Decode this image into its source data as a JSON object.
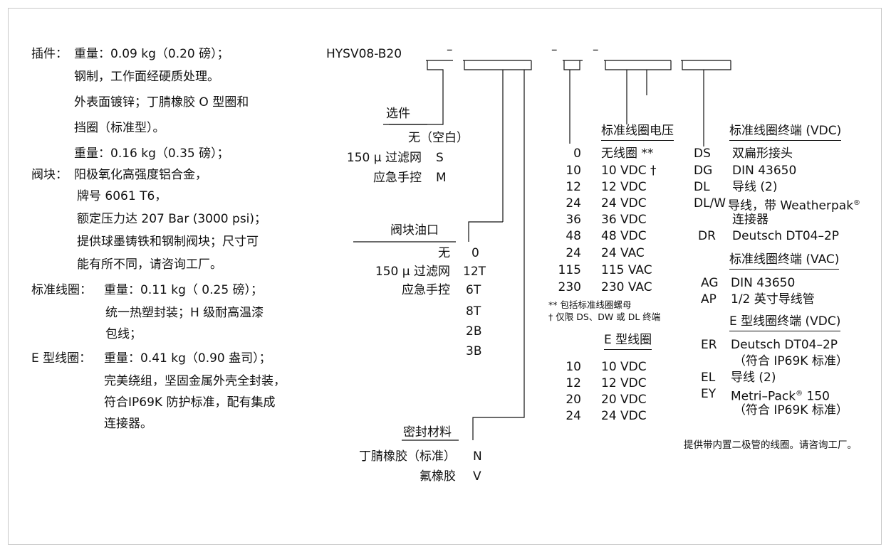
{
  "specs": {
    "cartridge": {
      "label": "插件：",
      "lines": [
        "重量：0.09 kg（0.20 磅）；",
        "钢制，工作面经硬质处理。",
        "外表面镀锌；丁腈橡胶 O 型圈和",
        "挡圈（标准型）。",
        "重量：0.16 kg（0.35 磅）；"
      ]
    },
    "body": {
      "label": "阀块：",
      "lines": [
        "阳极氧化高强度铝合金，",
        "牌号 6061 T6，",
        "额定压力达 207 Bar (3000 psi)；",
        "提供球墨铸铁和钢制阀块；尺寸可",
        "能有所不同，请咨询工厂。"
      ]
    },
    "std_coil": {
      "label": "标准线圈：",
      "lines": [
        "重量：0.11 kg（ 0.25 磅）；",
        "统一热塑封装；H 级耐高温漆",
        "包线；"
      ]
    },
    "e_coil": {
      "label": "E 型线圈：",
      "lines": [
        "重量：0.41 kg（0.90 盎司）；",
        "完美绕组，坚固金属外壳全封装，",
        "符合IP69K 防护标准，配有集成",
        "连接器。"
      ]
    }
  },
  "model_code": {
    "prefix": "HYSV08-B20",
    "dashes": [
      "–",
      "–",
      "–"
    ]
  },
  "options": {
    "title": "选件",
    "rows": [
      {
        "label": "无（空白）",
        "code": ""
      },
      {
        "label": "150 μ 过滤网",
        "code": "S"
      },
      {
        "label": "应急手控",
        "code": "M"
      }
    ]
  },
  "ports": {
    "title": "阀块油口",
    "rows": [
      {
        "label": "无",
        "code": "0"
      },
      {
        "label": "150 μ 过滤网",
        "code": "12T"
      },
      {
        "label": "应急手控",
        "code": "6T"
      },
      {
        "label": "",
        "code": "8T"
      },
      {
        "label": "",
        "code": "2B"
      },
      {
        "label": "",
        "code": "3B"
      }
    ]
  },
  "seals": {
    "title": "密封材料",
    "rows": [
      {
        "label": "丁腈橡胶（标准）",
        "code": "N"
      },
      {
        "label": "氟橡胶",
        "code": "V"
      }
    ]
  },
  "std_voltage": {
    "title": "标准线圈电压",
    "rows": [
      {
        "code": "0",
        "label": "无线圈 **"
      },
      {
        "code": "10",
        "label": "10 VDC †"
      },
      {
        "code": "12",
        "label": "12 VDC"
      },
      {
        "code": "24",
        "label": "24 VDC"
      },
      {
        "code": "36",
        "label": "36 VDC"
      },
      {
        "code": "48",
        "label": "48 VDC"
      },
      {
        "code": "24",
        "label": "24 VAC"
      },
      {
        "code": "115",
        "label": "115 VAC"
      },
      {
        "code": "230",
        "label": "230 VAC"
      }
    ],
    "notes": [
      "** 包括标准线圈螺母",
      "† 仅限 DS、DW 或 DL 终端"
    ]
  },
  "e_voltage": {
    "title": "E 型线圈",
    "rows": [
      {
        "code": "10",
        "label": "10 VDC"
      },
      {
        "code": "12",
        "label": "12 VDC"
      },
      {
        "code": "20",
        "label": "20 VDC"
      },
      {
        "code": "24",
        "label": "24 VDC"
      }
    ]
  },
  "terminations": {
    "std_vdc_title": "标准线圈终端 (VDC)",
    "std_vdc": [
      {
        "code": "DS",
        "label": "双扁形接头"
      },
      {
        "code": "DG",
        "label": "DIN 43650"
      },
      {
        "code": "DL",
        "label": "导线 (2)"
      },
      {
        "code": "DL/W",
        "label": "导线，带 Weatherpak",
        "sup": "®",
        "label2": "连接器"
      },
      {
        "code": "DR",
        "label": "Deutsch DT04–2P"
      }
    ],
    "std_vac_title": "标准线圈终端 (VAC)",
    "std_vac": [
      {
        "code": "AG",
        "label": "DIN 43650"
      },
      {
        "code": "AP",
        "label": "1/2 英寸导线管"
      }
    ],
    "e_vdc_title": "E 型线圈终端 (VDC)",
    "e_vdc": [
      {
        "code": "ER",
        "label": "Deutsch DT04–2P",
        "label2": "（符合 IP69K 标准）"
      },
      {
        "code": "EL",
        "label": "导线 (2)"
      },
      {
        "code": "EY",
        "label": "Metri–Pack",
        "sup": "®",
        "label_after": " 150",
        "label2": "（符合 IP69K 标准）"
      }
    ],
    "footnote": "提供带内置二极管的线圈。请咨询工厂。"
  }
}
